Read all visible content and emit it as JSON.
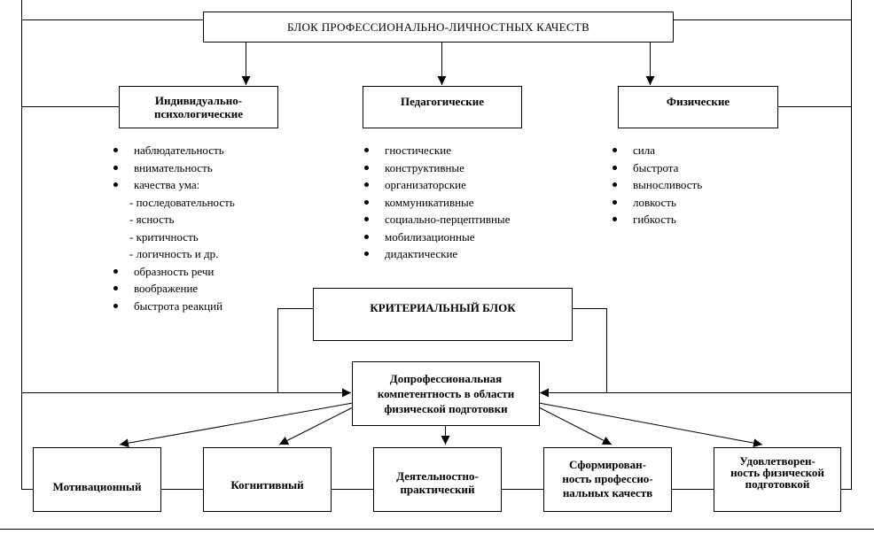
{
  "colors": {
    "line": "#000000",
    "background": "#ffffff"
  },
  "top_block": {
    "title": "БЛОК  ПРОФЕССИОНАЛЬНО-ЛИЧНОСТНЫХ  КАЧЕСТВ"
  },
  "categories": [
    {
      "id": "individual",
      "title": "Индивидуально-\nпсихологические",
      "items": [
        {
          "text": "наблюдательность",
          "type": "bullet"
        },
        {
          "text": "внимательность",
          "type": "bullet"
        },
        {
          "text": "качества ума:",
          "type": "bullet"
        },
        {
          "text": "- последовательность",
          "type": "sub"
        },
        {
          "text": "- ясность",
          "type": "sub"
        },
        {
          "text": "- критичность",
          "type": "sub"
        },
        {
          "text": "- логичность и др.",
          "type": "sub"
        },
        {
          "text": "образность речи",
          "type": "bullet"
        },
        {
          "text": "воображение",
          "type": "bullet"
        },
        {
          "text": "быстрота реакций",
          "type": "bullet"
        }
      ]
    },
    {
      "id": "pedagogical",
      "title": "Педагогические",
      "items": [
        {
          "text": "гностические",
          "type": "bullet"
        },
        {
          "text": "конструктивные",
          "type": "bullet"
        },
        {
          "text": "организаторские",
          "type": "bullet"
        },
        {
          "text": "коммуникативные",
          "type": "bullet"
        },
        {
          "text": "социально-перцептивные",
          "type": "bullet"
        },
        {
          "text": "мобилизационные",
          "type": "bullet"
        },
        {
          "text": "дидактические",
          "type": "bullet"
        }
      ]
    },
    {
      "id": "physical",
      "title": "Физические",
      "items": [
        {
          "text": "сила",
          "type": "bullet"
        },
        {
          "text": "быстрота",
          "type": "bullet"
        },
        {
          "text": "выносливость",
          "type": "bullet"
        },
        {
          "text": "ловкость",
          "type": "bullet"
        },
        {
          "text": "гибкость",
          "type": "bullet"
        }
      ]
    }
  ],
  "criterial_block": {
    "title": "КРИТЕРИАЛЬНЫЙ БЛОК"
  },
  "center_block": {
    "title": "Допрофессиональная\nкомпетентность в области\nфизической подготовки"
  },
  "criteria": [
    {
      "id": "motivational",
      "title": "Мотивационный"
    },
    {
      "id": "cognitive",
      "title": "Когнитивный"
    },
    {
      "id": "activity",
      "title": "Деятельностно-\nпрактический"
    },
    {
      "id": "formed",
      "title": "Сформирован-\nность профессио-\nнальных качеств"
    },
    {
      "id": "satisfied",
      "title": "Удовлетворен-\nность физической\nподготовкой"
    }
  ]
}
